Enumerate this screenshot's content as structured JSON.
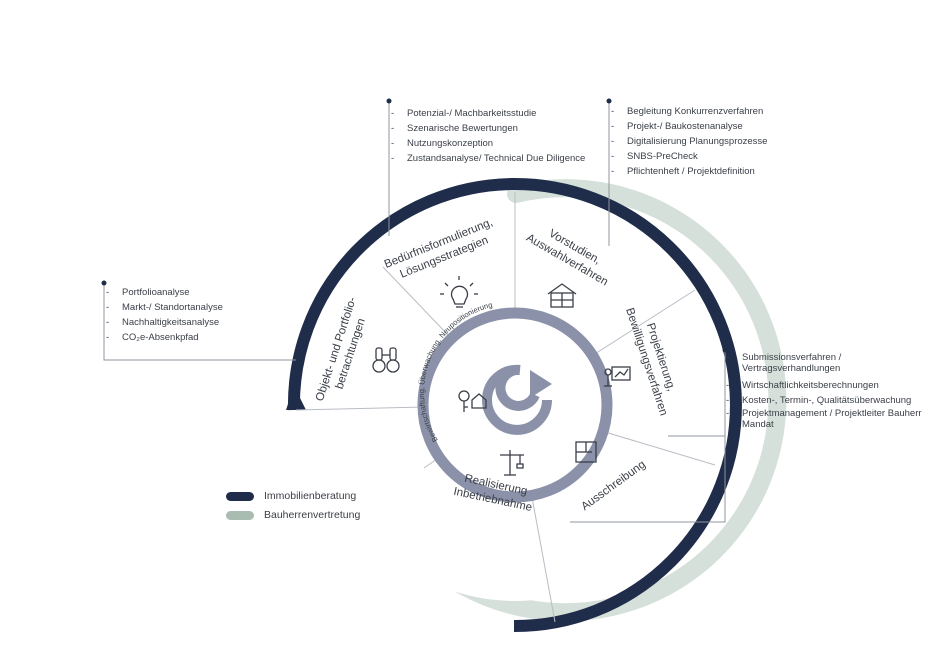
{
  "colors": {
    "navy": "#1f2d4a",
    "sage": "#a9bcb2",
    "sage_light": "#d6e0da",
    "slate": "#8a91a8",
    "line": "#8f959c",
    "text": "#3a3f47"
  },
  "segments": [
    {
      "id": "objekt",
      "lines": [
        "Objekt- und Portfolio-",
        "betrachtungen"
      ],
      "icon": "binoculars-icon"
    },
    {
      "id": "beduerfnis",
      "lines": [
        "Bedürfnisformulierung,",
        "Lösungsstrategien"
      ],
      "icon": "lightbulb-icon"
    },
    {
      "id": "vorstudien",
      "lines": [
        "Vorstudien,",
        "Auswahlverfahren"
      ],
      "icon": "building-icon"
    },
    {
      "id": "projektierung",
      "lines": [
        "Projektierung,",
        "Bewilligungsverfahren"
      ],
      "icon": "presentation-icon"
    },
    {
      "id": "ausschreibung",
      "lines": [
        "Ausschreibung"
      ],
      "icon": "floorplan-icon"
    },
    {
      "id": "realisierung",
      "lines": [
        "Realisierung",
        "Inbetriebnahme"
      ],
      "icon": "crane-icon"
    }
  ],
  "inner_label": "Bewirtschaftung, Überwachung, Neupositionierung",
  "inner_icon": "key-house-icon",
  "lists": {
    "portfolio": [
      "Portfolioanalyse",
      "Markt-/ Standortanalyse",
      "Nachhaltigkeitsanalyse",
      "CO₂e-Absenkpfad"
    ],
    "potenzial": [
      "Potenzial-/ Machbarkeitsstudie",
      "Szenarische Bewertungen",
      "Nutzungskonzeption",
      "Zustandsanalyse/ Technical Due Diligence"
    ],
    "konkurrenz": [
      "Begleitung Konkurrenzverfahren",
      "Projekt-/ Baukostenanalyse",
      "Digitalisierung Planungsprozesse",
      "SNBS-PreCheck",
      "Pflichtenheft / Projektdefinition"
    ],
    "submission": [
      "Submissionsverfahren / Vertragsverhandlungen",
      "Wirtschaftlichkeitsberechnungen",
      "Kosten-, Termin-, Qualitätsüberwachung",
      "Projektmanagement / Projektleiter Bauherr Mandat"
    ]
  },
  "legend": [
    {
      "label": "Immobilienberatung",
      "color": "#1f2d4a"
    },
    {
      "label": "Bauherrenvertretung",
      "color": "#a9bcb2"
    }
  ]
}
